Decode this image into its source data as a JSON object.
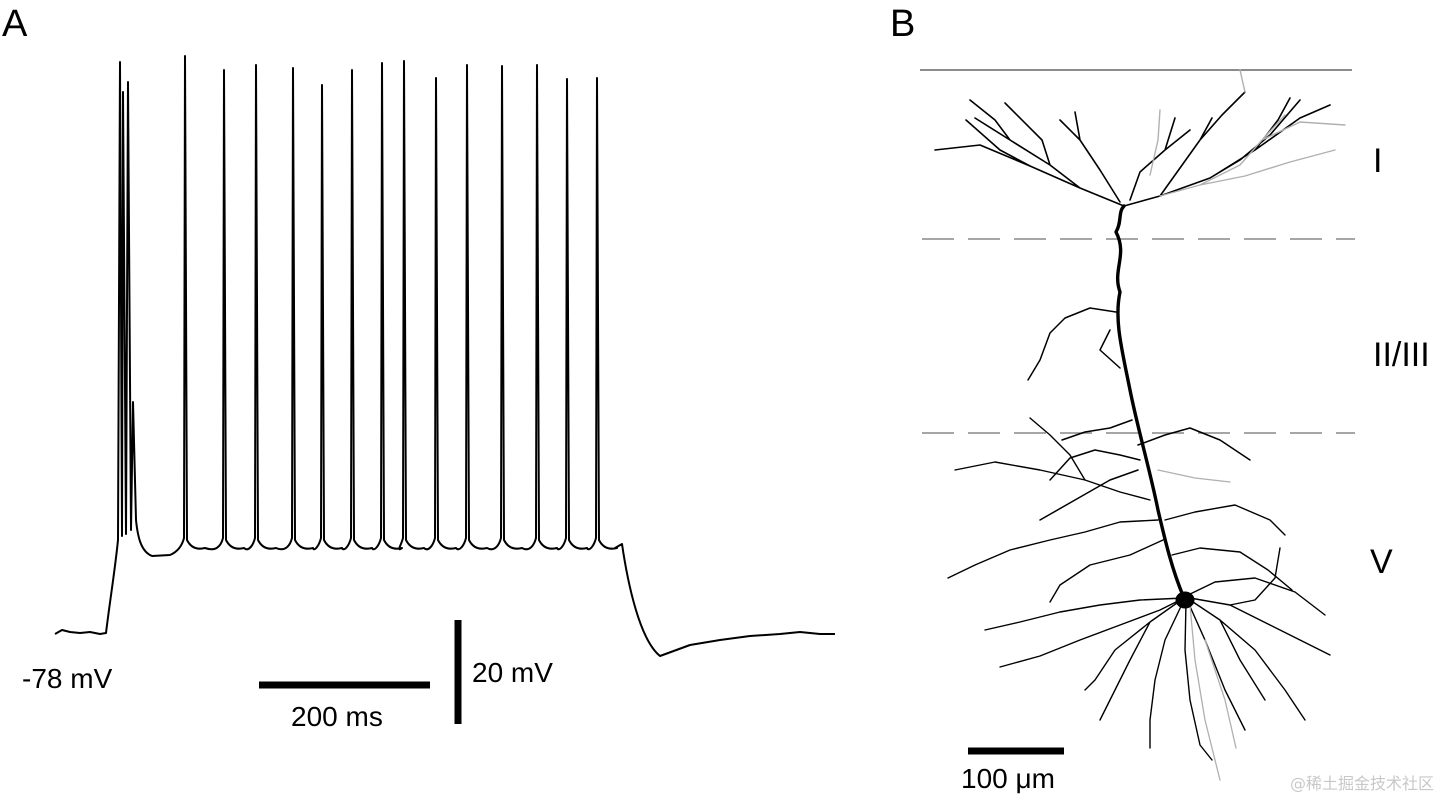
{
  "panel_a": {
    "letter": "A",
    "resting_potential_label": "-78 mV",
    "scale_bar_time_label": "200 ms",
    "scale_bar_voltage_label": "20 mV",
    "trace_color": "#000000"
  },
  "panel_b": {
    "letter": "B",
    "layers": [
      {
        "label": "I"
      },
      {
        "label": "II/III"
      },
      {
        "label": "V"
      }
    ],
    "scale_bar_label": "100 μm",
    "boundary_color": "#888888"
  },
  "watermark": "@稀土掘金技术社区"
}
